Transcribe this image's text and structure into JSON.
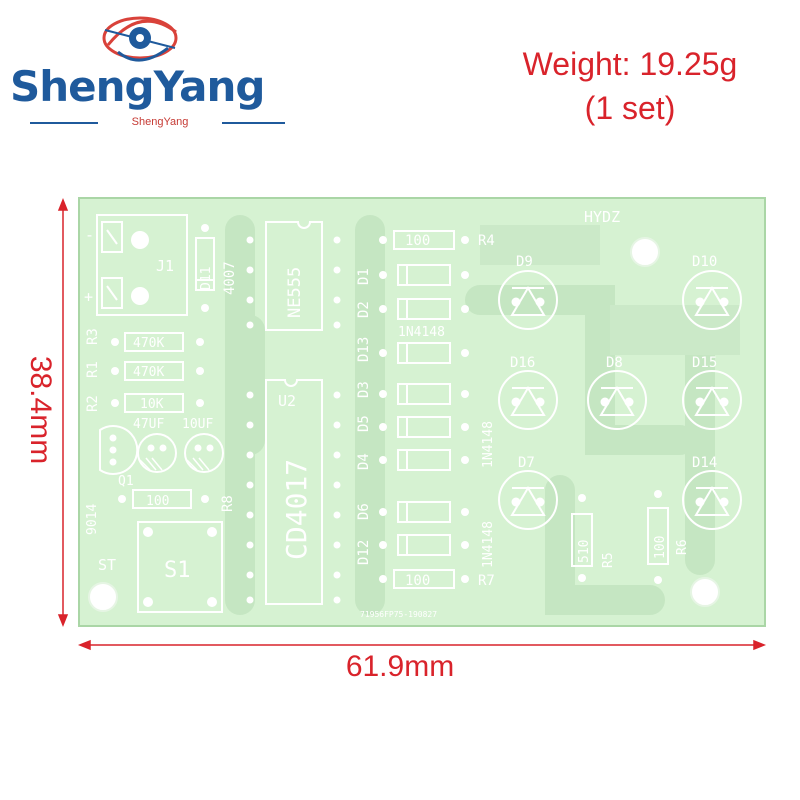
{
  "brand": {
    "name": "ShengYang",
    "subtitle": "ShengYang"
  },
  "info": {
    "weight": "Weight: 19.25g",
    "set": "(1 set)"
  },
  "dimensions": {
    "width": "61.9mm",
    "height": "38.4mm"
  },
  "board": {
    "title": "HYDZ",
    "serial": "71956FP75-190827",
    "labels": {
      "j1": "J1",
      "d11": "D11",
      "d11_part": "4007",
      "ne555": "NE555",
      "u2": "U2",
      "cd4017": "CD4017",
      "r1": "R1",
      "r2": "R2",
      "r3": "R3",
      "r4": "R4",
      "r5": "R5",
      "r6": "R6",
      "r7": "R7",
      "r8": "R8",
      "r3_val": "470K",
      "r1_val": "470K",
      "r2_val": "10K",
      "r8_val": "100",
      "r4_val": "100",
      "r7_val": "100",
      "r5_val": "510",
      "r6_val": "100",
      "c1_val": "47UF",
      "c2_val": "10UF",
      "q1": "Q1",
      "q1_part": "9014",
      "st": "ST",
      "s1": "S1",
      "d1": "D1",
      "d2": "D2",
      "d13": "D13",
      "d3": "D3",
      "d5": "D5",
      "d4": "D4",
      "d6": "D6",
      "d12": "D12",
      "diode_part_1": "1N4148",
      "diode_part_2": "1N4148",
      "diode_part_3": "1N4148",
      "d7": "D7",
      "d8": "D8",
      "d9": "D9",
      "d10": "D10",
      "d14": "D14",
      "d15": "D15",
      "d16": "D16",
      "minus": "-",
      "plus": "+"
    }
  },
  "colors": {
    "board": "#d6f2d2",
    "copper": "#c7e6c4",
    "silk": "#ffffff",
    "brand_blue": "#1f5a9c",
    "annotation_red": "#d9232b"
  }
}
